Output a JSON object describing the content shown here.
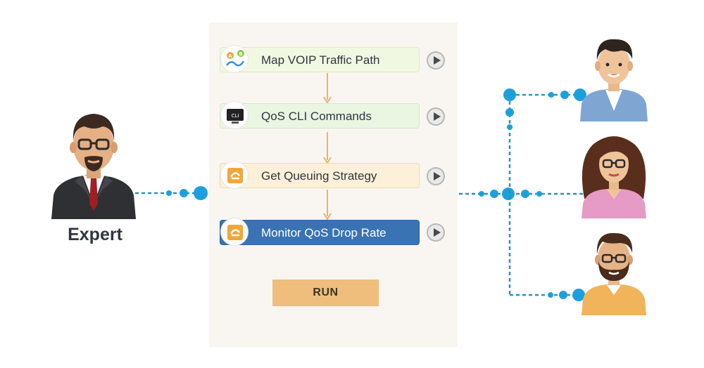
{
  "expert": {
    "label": "Expert"
  },
  "workflow": {
    "steps": [
      {
        "label": "Map VOIP Traffic Path",
        "icon": "map-route-icon"
      },
      {
        "label": "QoS CLI Commands",
        "icon": "cli-terminal-icon",
        "icon_text": "CLI"
      },
      {
        "label": "Get Queuing Strategy",
        "icon": "qos-queue-icon"
      },
      {
        "label": "Monitor QoS Drop Rate",
        "icon": "qos-monitor-icon"
      }
    ],
    "run_label": "RUN"
  },
  "colors": {
    "connector": "#2a93b5",
    "dot": "#1ca0dd",
    "arrow": "#e2b76a",
    "step1_bg": "#f1f8e2",
    "step2_bg": "#eaf6e2",
    "step3_bg": "#fcf0d9",
    "step4_bg": "#3a73b3",
    "run_bg": "#efbe7c"
  }
}
